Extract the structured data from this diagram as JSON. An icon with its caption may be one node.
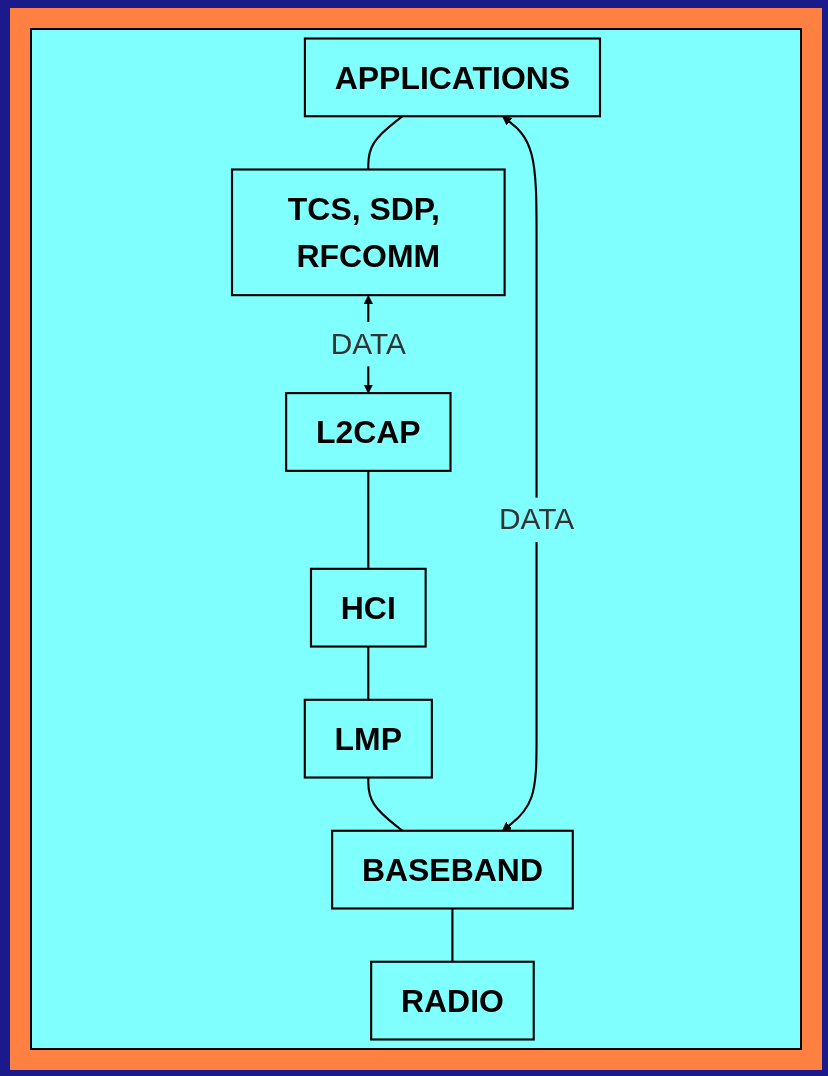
{
  "diagram": {
    "nodes": [
      {
        "text": [
          "APPLICATIONS"
        ]
      },
      {
        "text": [
          "TCS, SDP, RFCOMM"
        ]
      },
      {
        "text": [
          "L2CAP"
        ]
      },
      {
        "text": [
          "HCI"
        ]
      },
      {
        "text": [
          "LMP"
        ]
      },
      {
        "text": [
          "BASEBAND"
        ]
      },
      {
        "text": [
          "RADIO"
        ]
      }
    ],
    "edges": [
      {
        "from": 0,
        "to": 1,
        "arrow": "none"
      },
      {
        "from": 1,
        "to": 2,
        "arrow": "both",
        "label": "DATA"
      },
      {
        "from": 2,
        "to": 3,
        "arrow": "none"
      },
      {
        "from": 3,
        "to": 4,
        "arrow": "none"
      },
      {
        "from": 4,
        "to": 5,
        "arrow": "none"
      },
      {
        "from": 5,
        "to": 6,
        "arrow": "none"
      },
      {
        "from": 0,
        "to": 5,
        "arrow": "both",
        "label": "DATA"
      }
    ]
  }
}
